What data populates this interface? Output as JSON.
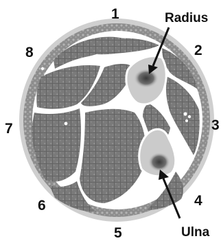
{
  "diagram": {
    "compartment_labels": [
      "1",
      "2",
      "3",
      "4",
      "5",
      "6",
      "7",
      "8"
    ],
    "bone_labels": {
      "radius": "Radius",
      "ulna": "Ulna"
    },
    "colors": {
      "skin": "#c8c8c8",
      "subcutaneous": "#8a8a8a",
      "muscle": "#777777",
      "fascia": "#ffffff",
      "bone": "#c9c9c9",
      "marrow": "#5a5a5a",
      "text": "#111111"
    }
  }
}
